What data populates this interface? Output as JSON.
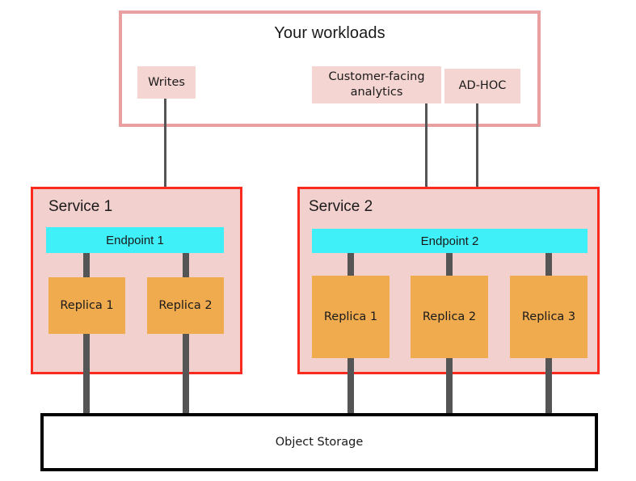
{
  "diagram": {
    "title": "Your workloads",
    "workloads": [
      {
        "id": "writes",
        "label": "Writes"
      },
      {
        "id": "customer-facing-analytics",
        "label": "Customer-facing analytics"
      },
      {
        "id": "ad-hoc",
        "label": "AD-HOC"
      }
    ],
    "services": [
      {
        "id": "service-1",
        "label": "Service 1",
        "endpoint": "Endpoint 1",
        "replicas": [
          "Replica 1",
          "Replica 2"
        ]
      },
      {
        "id": "service-2",
        "label": "Service 2",
        "endpoint": "Endpoint 2",
        "replicas": [
          "Replica 1",
          "Replica 2",
          "Replica 3"
        ]
      }
    ],
    "storage": {
      "label": "Object Storage"
    }
  },
  "colors": {
    "workloads_border": "#e8a0a0",
    "chip_fill": "#f5d5d2",
    "service_border": "#fa2a1e",
    "service_fill": "#f2d0ce",
    "endpoint_fill": "#40f0f8",
    "replica_fill": "#f0ab4e",
    "connector": "#555555",
    "storage_border": "#000000",
    "text": "#1a1a1a"
  }
}
